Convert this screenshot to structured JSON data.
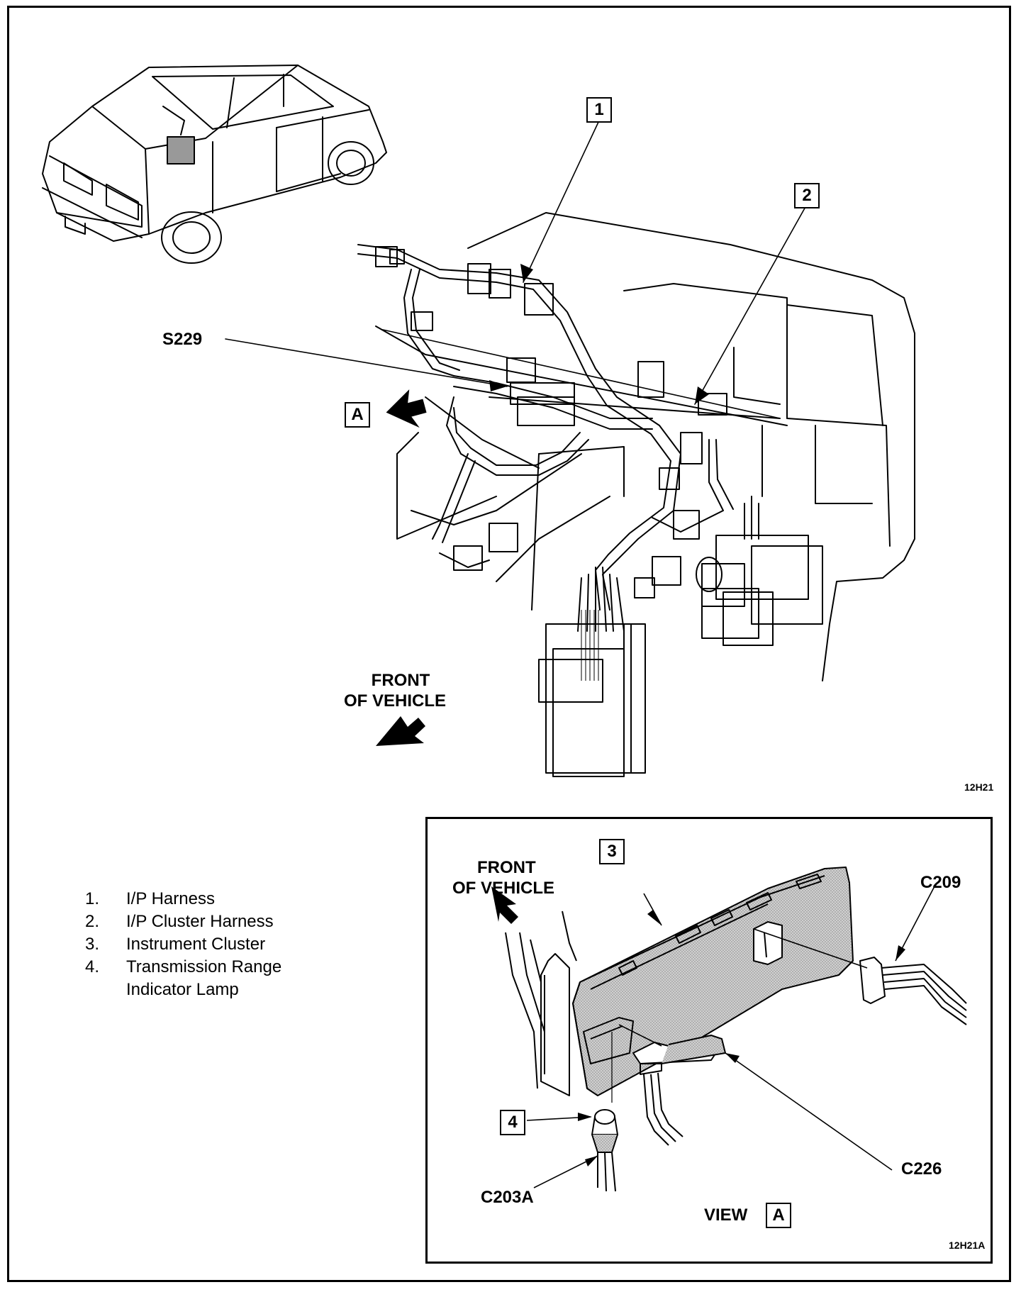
{
  "callouts": {
    "c1": "1",
    "c2": "2",
    "c3": "3",
    "c4": "4",
    "view_a_box": "A",
    "view_a_label_box": "A"
  },
  "labels": {
    "s229": "S229",
    "front_vehicle_main_line1": "FRONT",
    "front_vehicle_main_line2": "OF VEHICLE",
    "front_vehicle_inset_line1": "FRONT",
    "front_vehicle_inset_line2": "OF VEHICLE",
    "c209": "C209",
    "c226": "C226",
    "c203a": "C203A",
    "view": "VIEW",
    "fig_main": "12H21",
    "fig_inset": "12H21A"
  },
  "legend": [
    {
      "num": "1.",
      "text": "I/P Harness"
    },
    {
      "num": "2.",
      "text": "I/P Cluster Harness"
    },
    {
      "num": "3.",
      "text": "Instrument Cluster"
    },
    {
      "num": "4.",
      "text": "Transmission Range Indicator Lamp"
    }
  ]
}
